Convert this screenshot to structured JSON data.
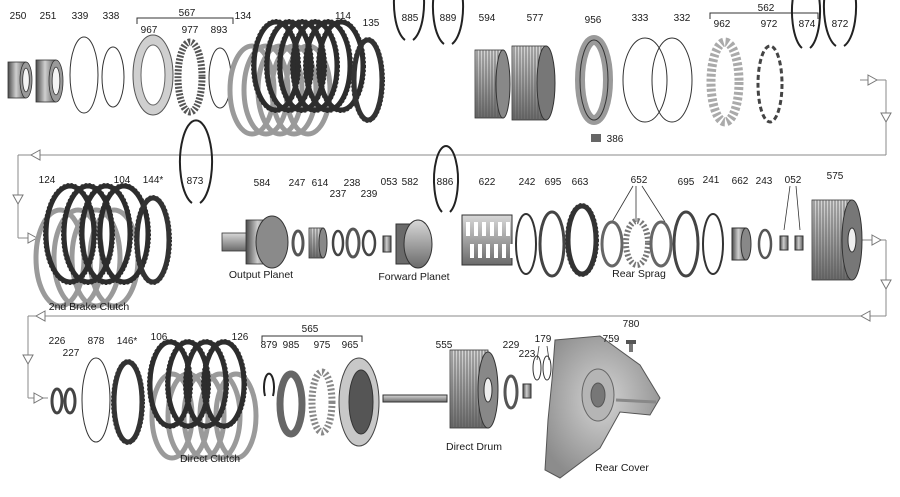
{
  "colors": {
    "line": "#8a8a8a",
    "metal_dark": "#3a3a3a",
    "metal_mid": "#7a7a7a",
    "metal_light": "#bdbdbd",
    "text": "#1a1a1a"
  },
  "part_numbers": {
    "row1": [
      "250",
      "251",
      "339",
      "338",
      "567",
      "967",
      "977",
      "893",
      "134",
      "114",
      "135",
      "885",
      "889",
      "594",
      "577",
      "956",
      "333",
      "332",
      "562",
      "962",
      "972",
      "874",
      "872",
      "386"
    ],
    "row2": [
      "124",
      "104",
      "144*",
      "873",
      "584",
      "247",
      "614",
      "237",
      "238",
      "239",
      "053",
      "582",
      "886",
      "622",
      "242",
      "695",
      "663",
      "652",
      "695",
      "241",
      "662",
      "243",
      "052",
      "575"
    ],
    "row3": [
      "226",
      "227",
      "878",
      "146*",
      "106",
      "126",
      "565",
      "879",
      "985",
      "975",
      "965",
      "555",
      "229",
      "223",
      "179",
      "780",
      "759"
    ]
  },
  "captions": {
    "output_planet": "Output Planet",
    "forward_planet": "Forward Planet",
    "rear_sprag": "Rear Sprag",
    "second_brake_clutch": "2nd Brake Clutch",
    "direct_clutch": "Direct Clutch",
    "direct_drum": "Direct Drum",
    "rear_cover": "Rear Cover"
  }
}
